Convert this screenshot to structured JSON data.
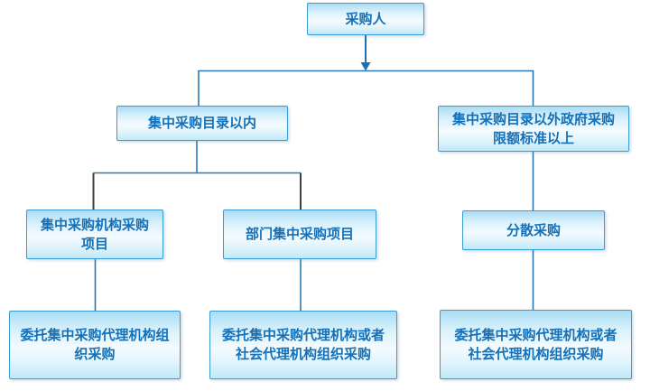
{
  "nodes": {
    "purchaser": "采购人",
    "within_catalog": "集中采购目录以内",
    "outside_catalog": [
      "集中采购目录以外政府采购",
      "限额标准以上"
    ],
    "centralized_agency_project": [
      "集中采购机构采购",
      "项目"
    ],
    "department_centralized_project": "部门集中采购项目",
    "decentralized_procurement": "分散采购",
    "entrust_centralized_agency": [
      "委托集中采购代理机构组",
      "织采购"
    ],
    "entrust_agency_or_social_mid": [
      "委托集中采购代理机构或者",
      "社会代理机构组织采购"
    ],
    "entrust_agency_or_social_right": [
      "委托集中采购代理机构或者",
      "社会代理机构组织采购"
    ]
  },
  "colors": {
    "node_border": "#3d9bd4",
    "node_text": "#1470b8",
    "node_fill_top": "#a9dcf4",
    "node_fill_mid": "#f4fbfe",
    "node_fill_bottom": "#c0e9f8",
    "connector_blue": "#2b79ae",
    "connector_black": "#3f3f3f",
    "arrow": "#1f6fb5"
  }
}
